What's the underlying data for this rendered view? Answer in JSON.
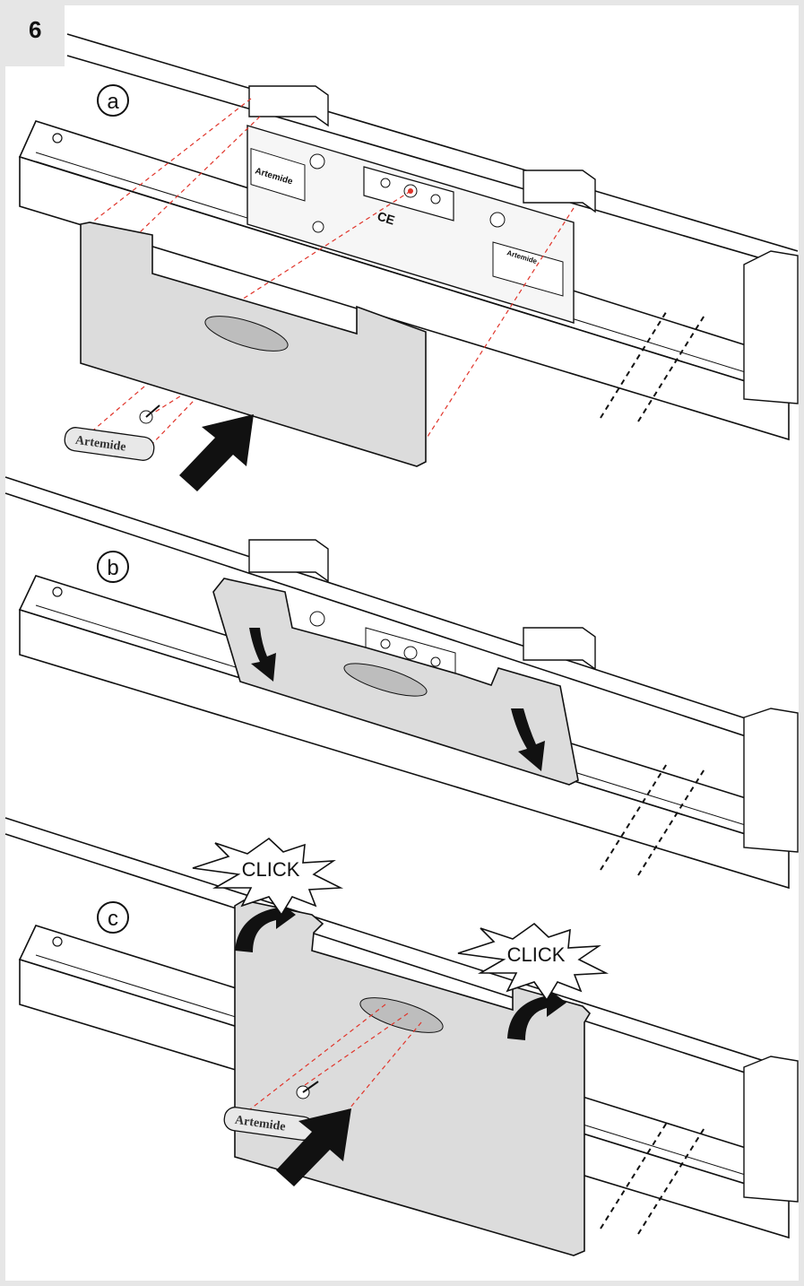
{
  "step": {
    "number": "6"
  },
  "panels": [
    {
      "letter": "a"
    },
    {
      "letter": "b"
    },
    {
      "letter": "c"
    }
  ],
  "callouts": {
    "click_left": "CLICK",
    "click_right": "CLICK"
  },
  "labels": {
    "brand_cover_a": "Artemide",
    "brand_cover_c": "Artemide",
    "device_brand": "Artemide"
  },
  "colors": {
    "cover_fill": "#dcdcdc",
    "guide_line": "#e0352b",
    "frame_bg": "#e6e6e6",
    "outline": "#111111"
  }
}
